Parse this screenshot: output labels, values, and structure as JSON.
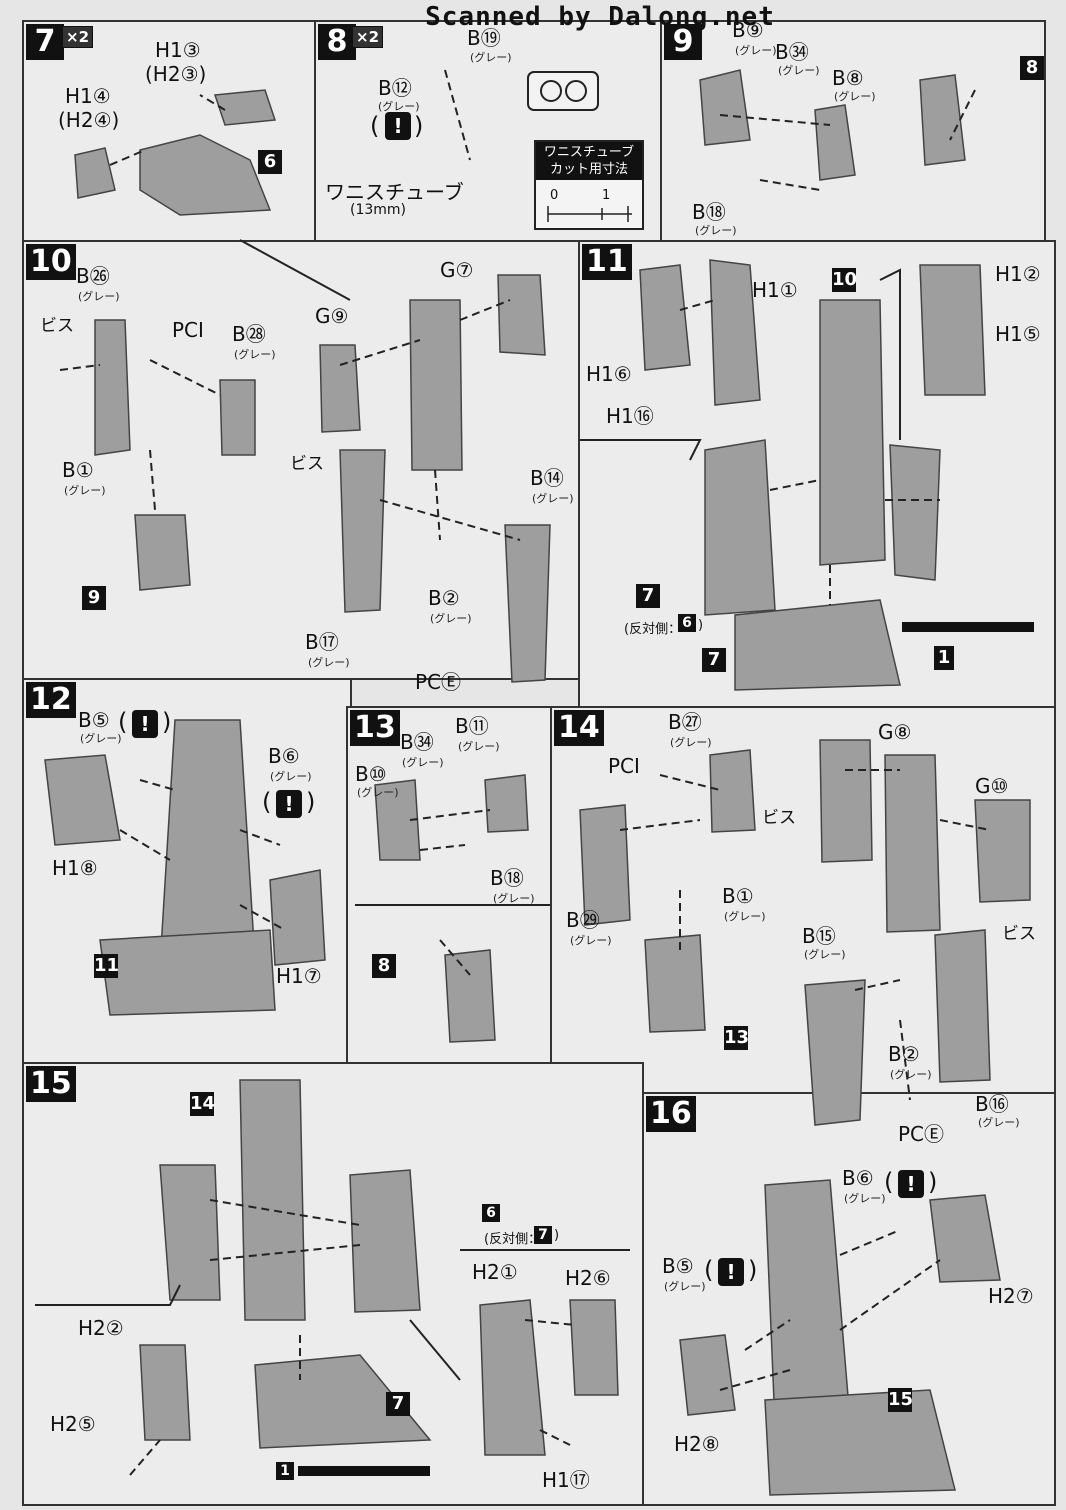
{
  "watermark": "Scanned by Dalong.net",
  "steps": {
    "s7": {
      "num": "7",
      "mult": "×2",
      "parts": {
        "h1_3": "H1③",
        "h2_3": "(H2③)",
        "h1_4": "H1④",
        "h2_4": "(H2④)",
        "ref6": "6"
      }
    },
    "s8": {
      "num": "8",
      "mult": "×2",
      "parts": {
        "b19": "B⑲",
        "b19_sub": "(グレー)",
        "b12": "B⑫",
        "b12_sub": "(グレー)",
        "tube": "ワニスチューブ",
        "tube_len": "(13mm)",
        "box_title": "ワニスチューブ カット用寸法",
        "scale0": "0",
        "scale1": "1"
      }
    },
    "s9": {
      "num": "9",
      "parts": {
        "b9": "B⑨",
        "b9_sub": "(グレー)",
        "b34": "B㉞",
        "b34_sub": "(グレー)",
        "b8": "B⑧",
        "b8_sub": "(グレー)",
        "b18": "B⑱",
        "b18_sub": "(グレー)",
        "ref8": "8"
      }
    },
    "s10": {
      "num": "10",
      "parts": {
        "b26": "B㉖",
        "b26_sub": "(グレー)",
        "bis1": "ビス",
        "pc1": "PCⅠ",
        "b28": "B㉘",
        "b28_sub": "(グレー)",
        "b1": "B①",
        "b1_sub": "(グレー)",
        "ref9": "9",
        "g9": "G⑨",
        "g7": "G⑦",
        "bis2": "ビス",
        "b14": "B⑭",
        "b14_sub": "(グレー)",
        "b2": "B②",
        "b2_sub": "(グレー)",
        "b17": "B⑰",
        "b17_sub": "(グレー)",
        "pce": "PCⒺ"
      }
    },
    "s11": {
      "num": "11",
      "parts": {
        "ref10": "10",
        "h1_1": "H1①",
        "h1_2": "H1②",
        "h1_5": "H1⑤",
        "h1_6": "H1⑥",
        "h1_16": "H1⑯",
        "ref7a": "7",
        "ref6note": "(反対側：",
        "ref6": "6",
        "ref7": "7",
        "ref1": "1"
      }
    },
    "s12": {
      "num": "12",
      "parts": {
        "b5": "B⑤",
        "b5_sub": "(グレー)",
        "b6": "B⑥",
        "b6_sub": "(グレー)",
        "h1_8": "H1⑧",
        "h1_7": "H1⑦",
        "ref11": "11"
      }
    },
    "s13": {
      "num": "13",
      "parts": {
        "b34": "B㉞",
        "b34_sub": "(グレー)",
        "b11": "B⑪",
        "b11_sub": "(グレー)",
        "b10": "B⑩",
        "b10_sub": "(グレー)",
        "b18": "B⑱",
        "b18_sub": "(グレー)",
        "ref8": "8"
      }
    },
    "s14": {
      "num": "14",
      "parts": {
        "b27": "B㉗",
        "b27_sub": "(グレー)",
        "g8": "G⑧",
        "pc1": "PCⅠ",
        "g10": "G⑩",
        "bis1": "ビス",
        "b29": "B㉙",
        "b29_sub": "(グレー)",
        "b1": "B①",
        "b1_sub": "(グレー)",
        "b15": "B⑮",
        "b15_sub": "(グレー)",
        "bis2": "ビス",
        "ref13": "13",
        "b2": "B②",
        "b2_sub": "(グレー)",
        "b16": "B⑯",
        "b16_sub": "(グレー)",
        "pce": "PCⒺ"
      }
    },
    "s15": {
      "num": "15",
      "parts": {
        "ref14": "14",
        "ref6": "6",
        "ref6note": "(反対側：",
        "ref7b": "7",
        "h2_1": "H2①",
        "h2_6": "H2⑥",
        "h2_2": "H2②",
        "h2_5": "H2⑤",
        "ref7": "7",
        "h1_17": "H1⑰",
        "ref1": "1"
      }
    },
    "s16": {
      "num": "16",
      "parts": {
        "b6": "B⑥",
        "b6_sub": "(グレー)",
        "b5": "B⑤",
        "b5_sub": "(グレー)",
        "h2_7": "H2⑦",
        "ref15": "15",
        "h2_8": "H2⑧"
      }
    }
  },
  "warn_symbol": "!",
  "close_paren": ")",
  "open_paren": "(",
  "colors": {
    "part": "#9a9a9a",
    "dark": "#111111",
    "line": "#222222",
    "panel": "#ececec"
  }
}
